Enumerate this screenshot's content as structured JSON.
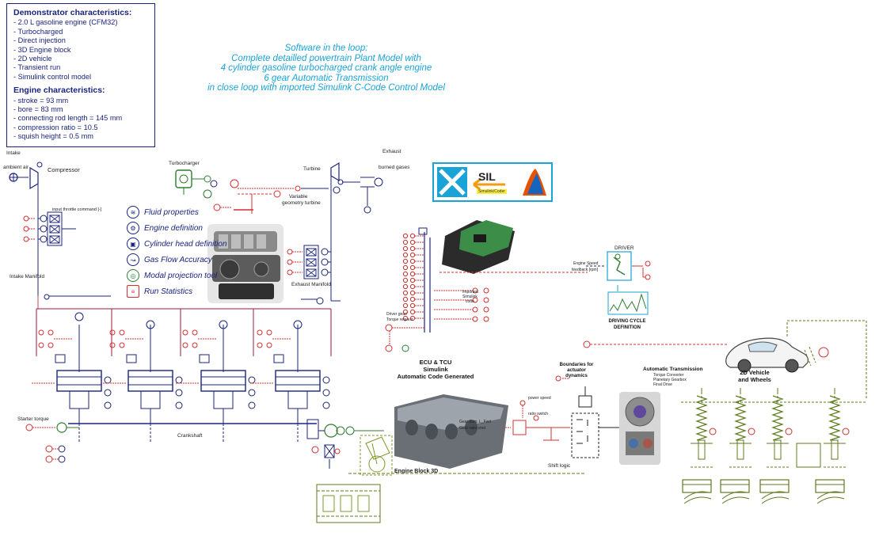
{
  "demonstrator": {
    "title": "Demonstrator characteristics:",
    "items": [
      "2.0 L gasoline engine (CFM32)",
      "Turbocharged",
      "Direct injection",
      "3D Engine block",
      "2D vehicle",
      "Transient run",
      "Simulink control model"
    ]
  },
  "engine": {
    "title": "Engine characteristics:",
    "items": [
      "stroke = 93 mm",
      "bore = 83 mm",
      "connecting rod length = 145 mm",
      "compression ratio = 10.5",
      "squish height = 0.5 mm"
    ]
  },
  "sil_description": {
    "line1": "Software in the loop:",
    "line2": "Complete detailled powertrain Plant Model with",
    "line3": "4 cylinder gasoline turbocharged crank angle engine",
    "line4": "6 gear Automatic Transmission",
    "line5": "in close loop with imported Simulink C-Code Control Model"
  },
  "sil_logo": {
    "label": "SIL",
    "sub": "Simulink/Coder"
  },
  "menu": [
    {
      "label": "Fluid properties",
      "icon": "fluid-properties-icon",
      "glyph": "≋"
    },
    {
      "label": "Engine definition",
      "icon": "engine-definition-icon",
      "glyph": "⚙"
    },
    {
      "label": "Cylinder head definition",
      "icon": "cylinder-head-icon",
      "glyph": "▣"
    },
    {
      "label": "Gas Flow Accuracy",
      "icon": "gas-flow-icon",
      "glyph": "↝"
    },
    {
      "label": "Modal projection tool",
      "icon": "modal-projection-icon",
      "glyph": "◎"
    },
    {
      "label": "Run Statistics",
      "icon": "run-statistics-icon",
      "glyph": "≡"
    }
  ],
  "labels": {
    "intake": "Intake",
    "ambient_air": "ambient air",
    "compressor": "Compressor",
    "turbocharger": "Turbocharger",
    "turbine": "Turbine",
    "exhaust": "Exhaust",
    "burned_gases": "burned gases",
    "variable": "Variable",
    "geometry": "geometry turbine",
    "throttle": "input throttle command [-]",
    "intake_manifold": "Intake Manifold",
    "exhaust_manifold": "Exhaust Manifold",
    "crankshaft": "Crankshaft",
    "starter": "Starter torque",
    "ecu_line1": "ECU & TCU",
    "ecu_line2": "Simulink",
    "ecu_line3": "Automatic Code Generated",
    "driver": "DRIVER",
    "driving_cycle": "DRIVING CYCLE",
    "definition": "DEFINITION",
    "engine_speed": "Engine Speed",
    "feedback": "feedback [rpm]",
    "imported": "Imported",
    "simulink": "Simulink",
    "code": "code",
    "driver_gear": "Driver gear/",
    "torque_req": "Torque request",
    "boundaries": "Boundaries for",
    "actuator": "actuator",
    "dynamics": "dynamics",
    "shift_logic": "Shift logic",
    "gear_num": "Gear num. L_Fwd",
    "gear_ratio": "Gear ratio cmd",
    "at_title": "Automatic Transmission",
    "at_item1": "Torque Converter",
    "at_item2": "Planetary Gearbox",
    "at_item3": "Final Drive",
    "vehicle_line1": "2D Vehicle",
    "vehicle_line2": "and Wheels",
    "engine_block": "Engine Block 3D",
    "power_speed": "power speed",
    "ratio_switch": "ratio switch"
  },
  "colors": {
    "fluid": "#1a237e",
    "signal": "#d32f2f",
    "mechanical": "#5d7a1e",
    "accent": "#1aa3d6",
    "control": "#e53935"
  }
}
